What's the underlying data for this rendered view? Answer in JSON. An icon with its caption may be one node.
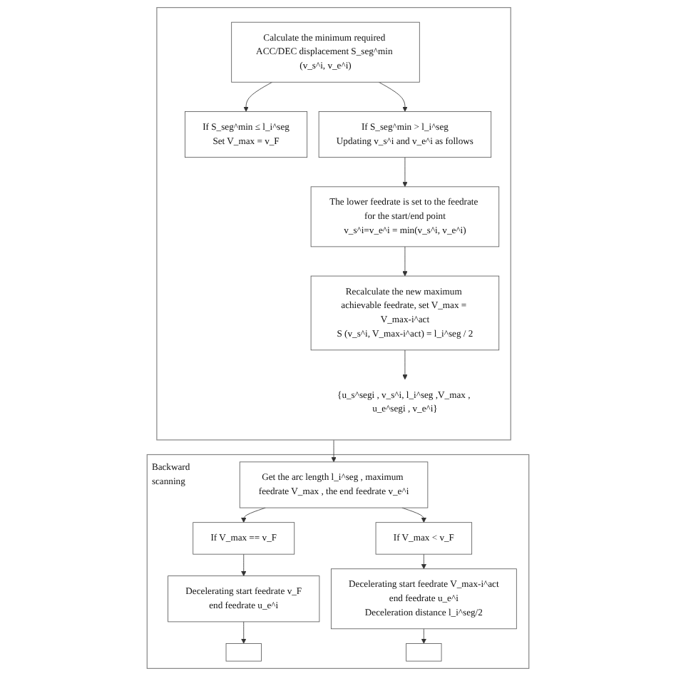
{
  "diagram": {
    "nodes": [
      {
        "text": [],
        "shape": "box"
      },
      {
        "text": [
          "Calculate the minimum required ACC/DEC displacement S_seg^min (v_s^i, v_e^i)"
        ],
        "in": 0
      },
      {
        "text": [
          "If S_seg^min ≤ l_i^seg",
          "Set V_max = v_F"
        ],
        "in": 0
      },
      {
        "text": [
          "If S_seg^min > l_i^seg",
          "Updating v_s^i and v_e^i as follows"
        ],
        "in": 0
      },
      {
        "text": [
          "The lower feedrate is set to the feedrate for the start/end point",
          "v_s^i=v_e^i = min(v_s^i, v_e^i)"
        ],
        "in": 0
      },
      {
        "text": [
          "Recalculate the new maximum achievable feedrate, set V_max = V_max-i^act",
          "S (v_s^i, V_max-i^act) = l_i^seg / 2"
        ],
        "in": 0
      },
      {
        "text": [
          "{u_s^segi , v_s^i, l_i^seg ,V_max , u_e^segi , v_e^i}"
        ],
        "in": 0
      },
      {
        "text": [
          "Backward scanning"
        ]
      },
      {
        "text": [
          "Get the arc length l_i^seg , maximum feedrate V_max , the end feedrate v_e^i"
        ],
        "in": 7
      },
      {
        "text": [
          "If V_max == v_F"
        ],
        "in": 7
      },
      {
        "text": [
          "If V_max < v_F"
        ],
        "in": 7
      },
      {
        "text": [
          "Decelerating start feedrate v_F",
          "end feedrate u_e^i"
        ],
        "in": 7
      },
      {
        "text": [
          "Decelerating start feedrate V_max-i^act",
          "end feedrate u_e^i",
          "Deceleration distance l_i^seg/2"
        ],
        "in": 7
      },
      {
        "text": [],
        "shape": "box",
        "in": 7
      },
      {
        "text": [],
        "shape": "box",
        "in": 7
      }
    ],
    "edges": [
      {
        "from": 1,
        "to": 2,
        "arrow": "to"
      },
      {
        "from": 1,
        "to": 3,
        "arrow": "to"
      },
      {
        "from": 3,
        "to": 4,
        "arrow": "to"
      },
      {
        "from": 4,
        "to": 5,
        "arrow": "to"
      },
      {
        "from": 5,
        "to": 6,
        "arrow": "to"
      },
      {
        "from": 0,
        "to": 8,
        "arrow": "to"
      },
      {
        "from": 8,
        "to": 9,
        "arrow": "to"
      },
      {
        "from": 8,
        "to": 10,
        "arrow": "to"
      },
      {
        "from": 9,
        "to": 11,
        "arrow": "to"
      },
      {
        "from": 10,
        "to": 12,
        "arrow": "to"
      },
      {
        "from": 11,
        "to": 13,
        "arrow": "to"
      },
      {
        "from": 12,
        "to": 14,
        "arrow": "to"
      }
    ]
  }
}
